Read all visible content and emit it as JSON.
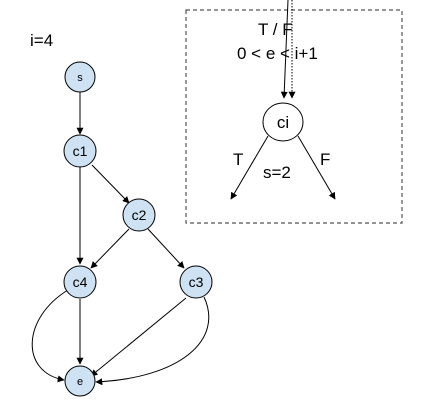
{
  "colors": {
    "node_fill": "#cfe2f3",
    "node_stroke": "#000000",
    "edge": "#000000",
    "box_border": "#555555",
    "background": "#ffffff"
  },
  "left_graph": {
    "iteration_label": "i=4",
    "nodes": {
      "s": "s",
      "c1": "c1",
      "c2": "c2",
      "c3": "c3",
      "c4": "c4",
      "e": "e"
    },
    "edges": [
      [
        "s",
        "c1"
      ],
      [
        "c1",
        "c2"
      ],
      [
        "c1",
        "c4"
      ],
      [
        "c2",
        "c4"
      ],
      [
        "c2",
        "c3"
      ],
      [
        "c4",
        "e"
      ],
      [
        "c4",
        "e"
      ],
      [
        "c3",
        "e"
      ],
      [
        "c3",
        "e"
      ]
    ]
  },
  "right_box": {
    "branch_label": "T / F",
    "condition": "0 < e < i+1",
    "node": "ci",
    "true_label": "T",
    "false_label": "F",
    "assignment": "s=2"
  }
}
